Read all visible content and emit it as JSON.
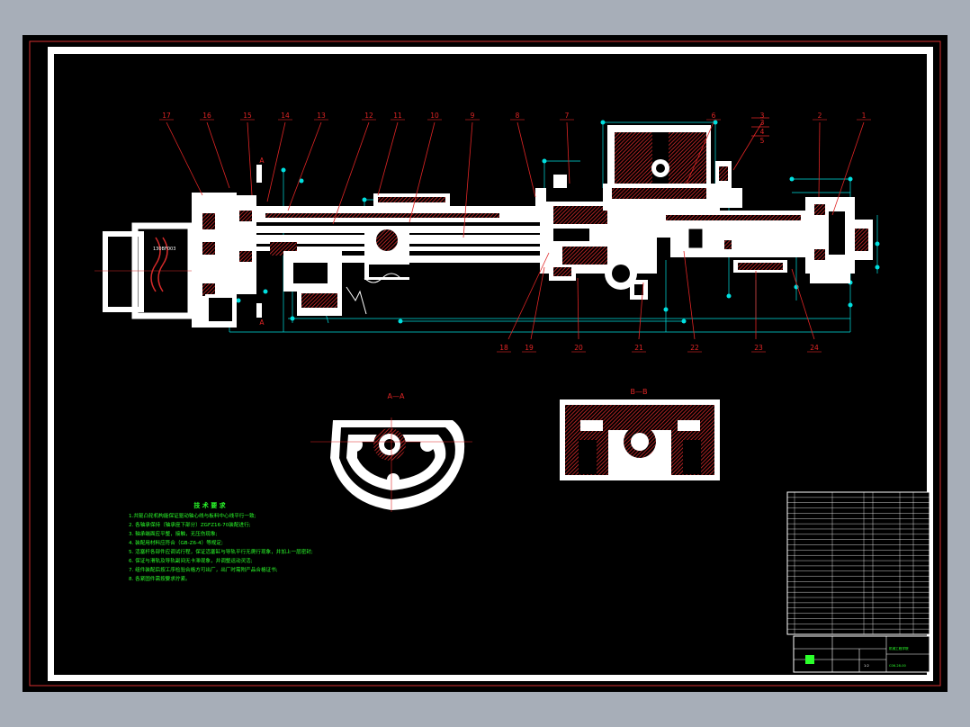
{
  "drawing": {
    "balloons_top": [
      "17",
      "16",
      "15",
      "14",
      "13",
      "12",
      "11",
      "10",
      "9",
      "8",
      "7",
      "6",
      "3",
      "2",
      "1"
    ],
    "balloons_bottom": [
      "18",
      "19",
      "20",
      "21",
      "22",
      "23",
      "24"
    ],
    "side_stack": [
      "3",
      "4",
      "5"
    ],
    "section_marker": "A",
    "motor_label": "130BF003",
    "section_aa_title": "A—A",
    "section_bb_title": "B—B"
  },
  "notes": {
    "title": "技 术 要 求",
    "lines": [
      "1.共轭凸轮机构能保证驱动轴心线与板料中心线平行一致;",
      "2. 各轴承保持（轴承座下部分）ZGFZ16-70装配进行;",
      "3. 轴承端面应平整，接触，无压伤现象;",
      "4. 装配用材料应符合（GB-Z6-4）等规定;",
      "5. 活塞杆各部件应调试行程，保证活塞缸与导轨平行无爬行现象，并加上一层密封;",
      "6. 保证与滑轨及导轨副间无卡滞现象，并调整运动灵活;",
      "7. 组件装配后按工序检验合格方可出厂，出厂时需附产品合格证书;",
      "8. 各紧固件需按要求拧紧。"
    ]
  },
  "title_block": {
    "drawing_no": "C06-28-00",
    "scale": "1:2",
    "company": "机械工程学院"
  },
  "colors": {
    "background": "#000000",
    "frame": "#ffffff",
    "border": "#d63030",
    "leader": "#e02525",
    "dimension": "#00e0e0",
    "notes": "#2bff2b",
    "hatch": "#d42a2a",
    "part": "#ffffff"
  }
}
